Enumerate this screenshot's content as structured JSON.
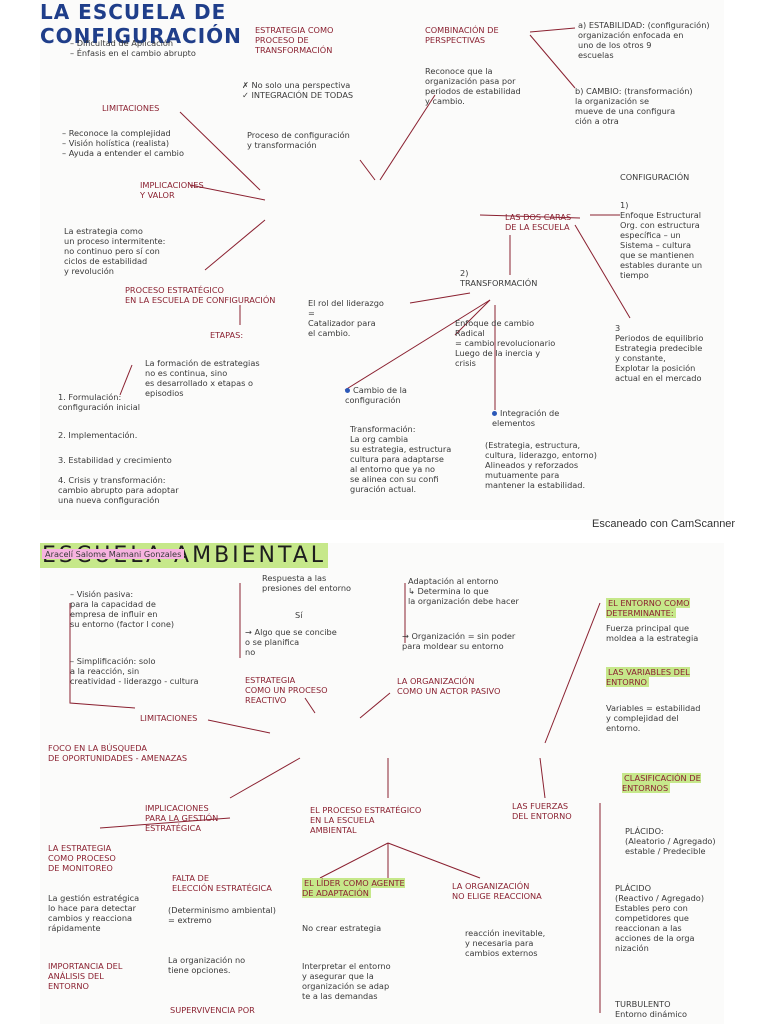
{
  "page1": {
    "title_line1": "LA ESCUELA DE",
    "title_line2": "CONFIGURACIÓN",
    "limitaciones_list": "– Dificultad de Aplicación\n– Énfasis en el cambio abrupto",
    "limitaciones": "LIMITACIONES",
    "implicaciones_list": "– Reconoce la complejidad\n– Visión holística (realista)\n– Ayuda a entender el cambio",
    "implicaciones": "IMPLICACIONES\nY VALOR",
    "estrategia_proceso": "ESTRATEGIA COMO\nPROCESO DE\nTRANSFORMACIÓN",
    "no_solo": "✗ No solo una perspectiva\n✓ INTEGRACIÓN DE TODAS",
    "proceso_config": "Proceso de configuración\ny transformación",
    "combinacion": "COMBINACIÓN DE\nPERSPECTIVAS",
    "reconoce": "Reconoce que la\norganización pasa por\nperiodos de estabilidad\ny cambio.",
    "estabilidad_a": "a) ESTABILIDAD: (configuración)\norganización enfocada en\nuno de los otros 9\nescuelas",
    "cambio_b": "b) CAMBIO: (transformación)\nla organización se\nmueve de una configura\nción a otra",
    "configuracion_head": "CONFIGURACIÓN",
    "estrategia_intermitente": "La estrategia como\nun proceso intermitente:\nno continuo pero sí con\nciclos de estabilidad\ny revolución",
    "proceso_estrategico": "PROCESO ESTRATÉGICO\nEN LA ESCUELA DE CONFIGURACIÓN",
    "dos_caras": "LAS DOS CARAS\nDE LA ESCUELA",
    "enfoque_estructural": "1)\nEnfoque Estructural\nOrg. con estructura\nespecífica – un\nSistema – cultura\nque se mantienen\nestables durante un\ntiempo",
    "transformacion_head": "2)\nTRANSFORMACIÓN",
    "rol_liderazgo": "El rol del liderazgo\n=\nCatalizador para\nel cambio.",
    "etapas": "ETAPAS:",
    "formacion": "La formación de estrategias\nno es continua, sino\nes desarrollado x etapas o\nepisodios",
    "etapa1": "1. Formulación:\nconfiguración inicial",
    "etapa2": "2. Implementación.",
    "etapa3": "3. Estabilidad y crecimiento",
    "etapa4": "4. Crisis y transformación:\ncambio abrupto para adoptar\nuna nueva configuración",
    "enfoque_radical": "Enfoque de cambio\nRadical\n= cambio revolucionario\nLuego de la inercia y\ncrisis",
    "periodos_equilibrio": "3\nPeriodos de equilibrio\nEstrategia predecible\ny constante,\nExplotar la posición\nactual en el mercado",
    "cambio_config": "Cambio de la\nconfiguración",
    "transformacion_text": "Transformación:\nLa org cambia\nsu estrategia, estructura\ncultura para adaptarse\nal entorno que ya no\nse alinea con su confi\nguración actual.",
    "integracion": "Integración de\nelementos",
    "integracion_text": "(Estrategia, estructura,\ncultura, liderazgo, entorno)\nAlineados y reforzados\nmutuamente para\nmantener la estabilidad."
  },
  "footer": "Escaneado con CamScanner",
  "page2": {
    "author": "Aracelí Salome Mamani Gonzales",
    "title": "ESCUELA AMBIENTAL",
    "vision_pasiva": "– Visión pasiva:\n  para la capacidad de\n  empresa de influir en\n  su entorno (factor l cone)",
    "simplificacion": "– Simplificación: solo\n  a la reacción, sin\n  creatividad - liderazgo - cultura",
    "limitaciones": "LIMITACIONES",
    "respuesta": "Respuesta a las\npresiones del entorno",
    "si": "Sí",
    "algo_que": "→ Algo que se concibe\no se planifica\nno",
    "estrategia_reactivo": "ESTRATEGIA\nCOMO UN PROCESO\nREACTIVO",
    "adaptacion": "Adaptación al entorno\n↳ Determina lo que\nla organización debe hacer",
    "organizacion_sin_poder": "→ Organización = sin poder\npara moldear su entorno",
    "org_actor_pasivo": "LA ORGANIZACIÓN\nCOMO UN ACTOR PASIVO",
    "entorno_determinante": "EL ENTORNO COMO\nDETERMINANTE:",
    "fuerza_principal": "Fuerza principal que\nmoldea a la estrategia",
    "variables": "LAS VARIABLES DEL\nENTORNO",
    "variables_text": "Variables = estabilidad\ny complejidad del\nentorno.",
    "foco": "FOCO EN LA BÚSQUEDA\nDE OPORTUNIDADES - AMENAZAS",
    "clasificacion": "CLASIFICACIÓN DE\nENTORNOS",
    "implicaciones": "IMPLICACIONES\nPARA LA GESTIÓN\nESTRATÉGICA",
    "proceso_estrategico": "EL PROCESO ESTRATÉGICO\nEN LA ESCUELA\nAMBIENTAL",
    "fuerzas": "LAS FUERZAS\nDEL ENTORNO",
    "placido": "PLÁCIDO:\n(Aleatorio / Agregado)\nestable / Predecible",
    "estrategia_monitoreo": "LA ESTRATEGIA\nCOMO PROCESO\nDE MONITOREO",
    "gestion": "La gestión estratégica\nlo hace para detectar\ncambios y reacciona\nrápidamente",
    "importancia": "IMPORTANCIA DEL\nANÁLISIS DEL\nENTORNO",
    "falta": "FALTA DE\nELECCIÓN ESTRATÉGICA",
    "determinismo": "(Determinismo ambiental)\n= extremo",
    "org_no_opciones": "La organización no\ntiene opciones.",
    "supervivencia": "SUPERVIVENCIA POR",
    "lider": "EL LÍDER COMO AGENTE\nDE ADAPTACIÓN",
    "no_crear": "No crear estrategia",
    "interpretar": "Interpretar el entorno\ny asegurar que la\norganización se adap\nte a las demandas",
    "org_no_elige": "LA ORGANIZACIÓN\nNO ELIGE REACCIONA",
    "reaccion": "reacción inevitable,\ny necesaria para\ncambios externos",
    "placido2": "PLÁCIDO\n(Reactivo / Agregado)\nEstables pero con\ncompetidores que\nreaccionan a las\nacciones de la orga\nnización",
    "turbulento": "TURBULENTO\nEntorno dinámico"
  },
  "colors": {
    "ink": "#3a3a3a",
    "accent_red": "#8a2030",
    "title_blue": "#1f3e8a",
    "highlight_pink": "#f7b3e0",
    "highlight_green": "#c6e88a"
  }
}
